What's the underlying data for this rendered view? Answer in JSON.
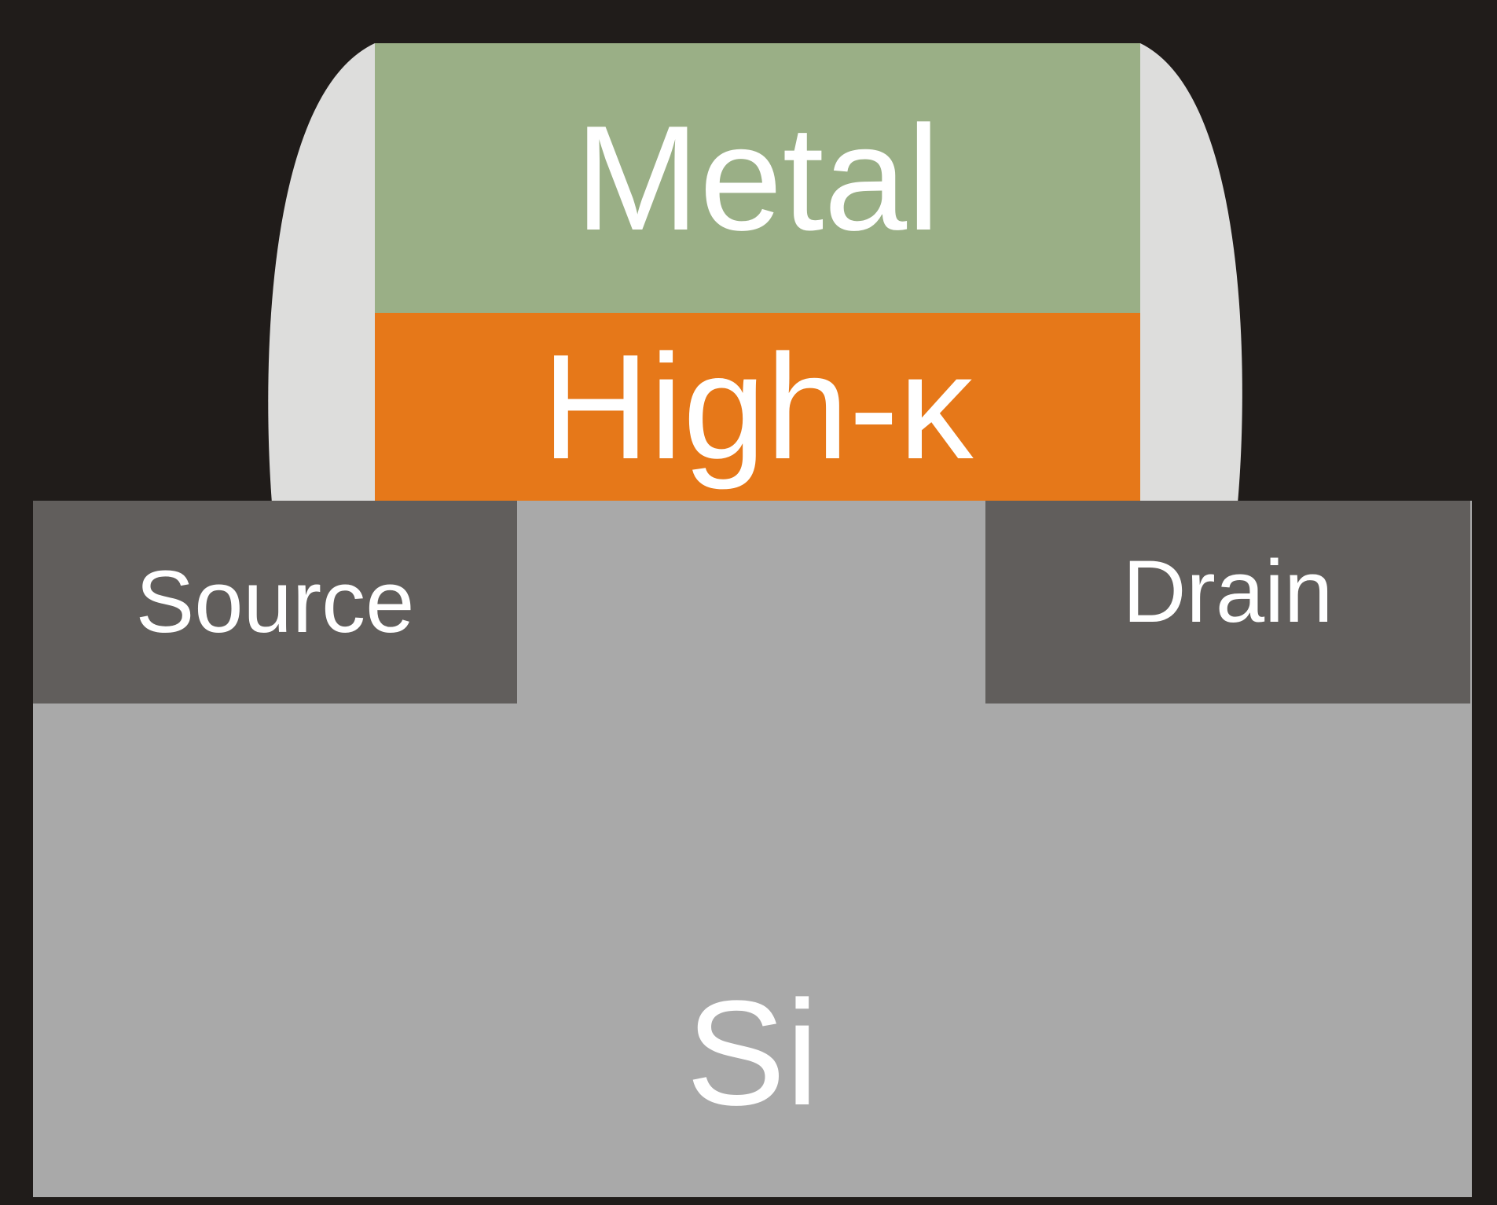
{
  "diagram": {
    "layers": {
      "metal": {
        "label": "Metal",
        "color": "#9aaf86"
      },
      "high_k": {
        "label": "High-κ",
        "color": "#e67819"
      },
      "source": {
        "label": "Source",
        "color": "#615e5c"
      },
      "drain": {
        "label": "Drain",
        "color": "#615e5c"
      },
      "substrate": {
        "label": "Si",
        "color": "#a9a9a9"
      }
    },
    "spacer_color": "#dddddc",
    "background_color": "#201c1a"
  }
}
